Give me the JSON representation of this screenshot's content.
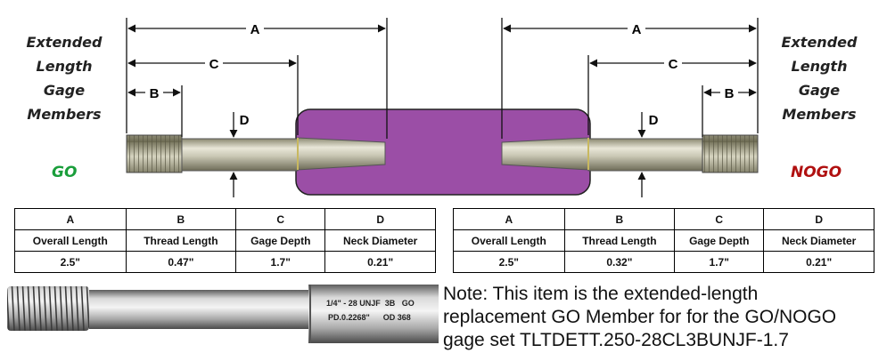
{
  "left_side": {
    "caption": [
      "Extended",
      "Length",
      "Gage",
      "Members"
    ],
    "member_label": "GO",
    "member_color": "#1a9e3b"
  },
  "right_side": {
    "caption": [
      "Extended",
      "Length",
      "Gage",
      "Members"
    ],
    "member_label": "NOGO",
    "member_color": "#b01010"
  },
  "dimension_letters": {
    "a": "A",
    "b": "B",
    "c": "C",
    "d": "D"
  },
  "handle_color": "#9b4ea6",
  "tables": [
    {
      "letters": [
        "A",
        "B",
        "C",
        "D"
      ],
      "headers": [
        "Overall Length",
        "Thread Length",
        "Gage Depth",
        "Neck Diameter"
      ],
      "values": [
        "2.5\"",
        "0.47\"",
        "1.7\"",
        "0.21\""
      ]
    },
    {
      "letters": [
        "A",
        "B",
        "C",
        "D"
      ],
      "headers": [
        "Overall Length",
        "Thread Length",
        "Gage Depth",
        "Neck Diameter"
      ],
      "values": [
        "2.5\"",
        "0.32\"",
        "1.7\"",
        "0.21\""
      ]
    }
  ],
  "photo_engraving": {
    "line1": "1/4\" - 28 UNJF  3B   GO",
    "line2": "PD.0.2268\"      OD 368"
  },
  "note": [
    "Note: This item is the extended-length",
    "replacement GO Member for for the GO/NOGO",
    "gage set TLTDETT.250-28CL3BUNJF-1.7"
  ]
}
